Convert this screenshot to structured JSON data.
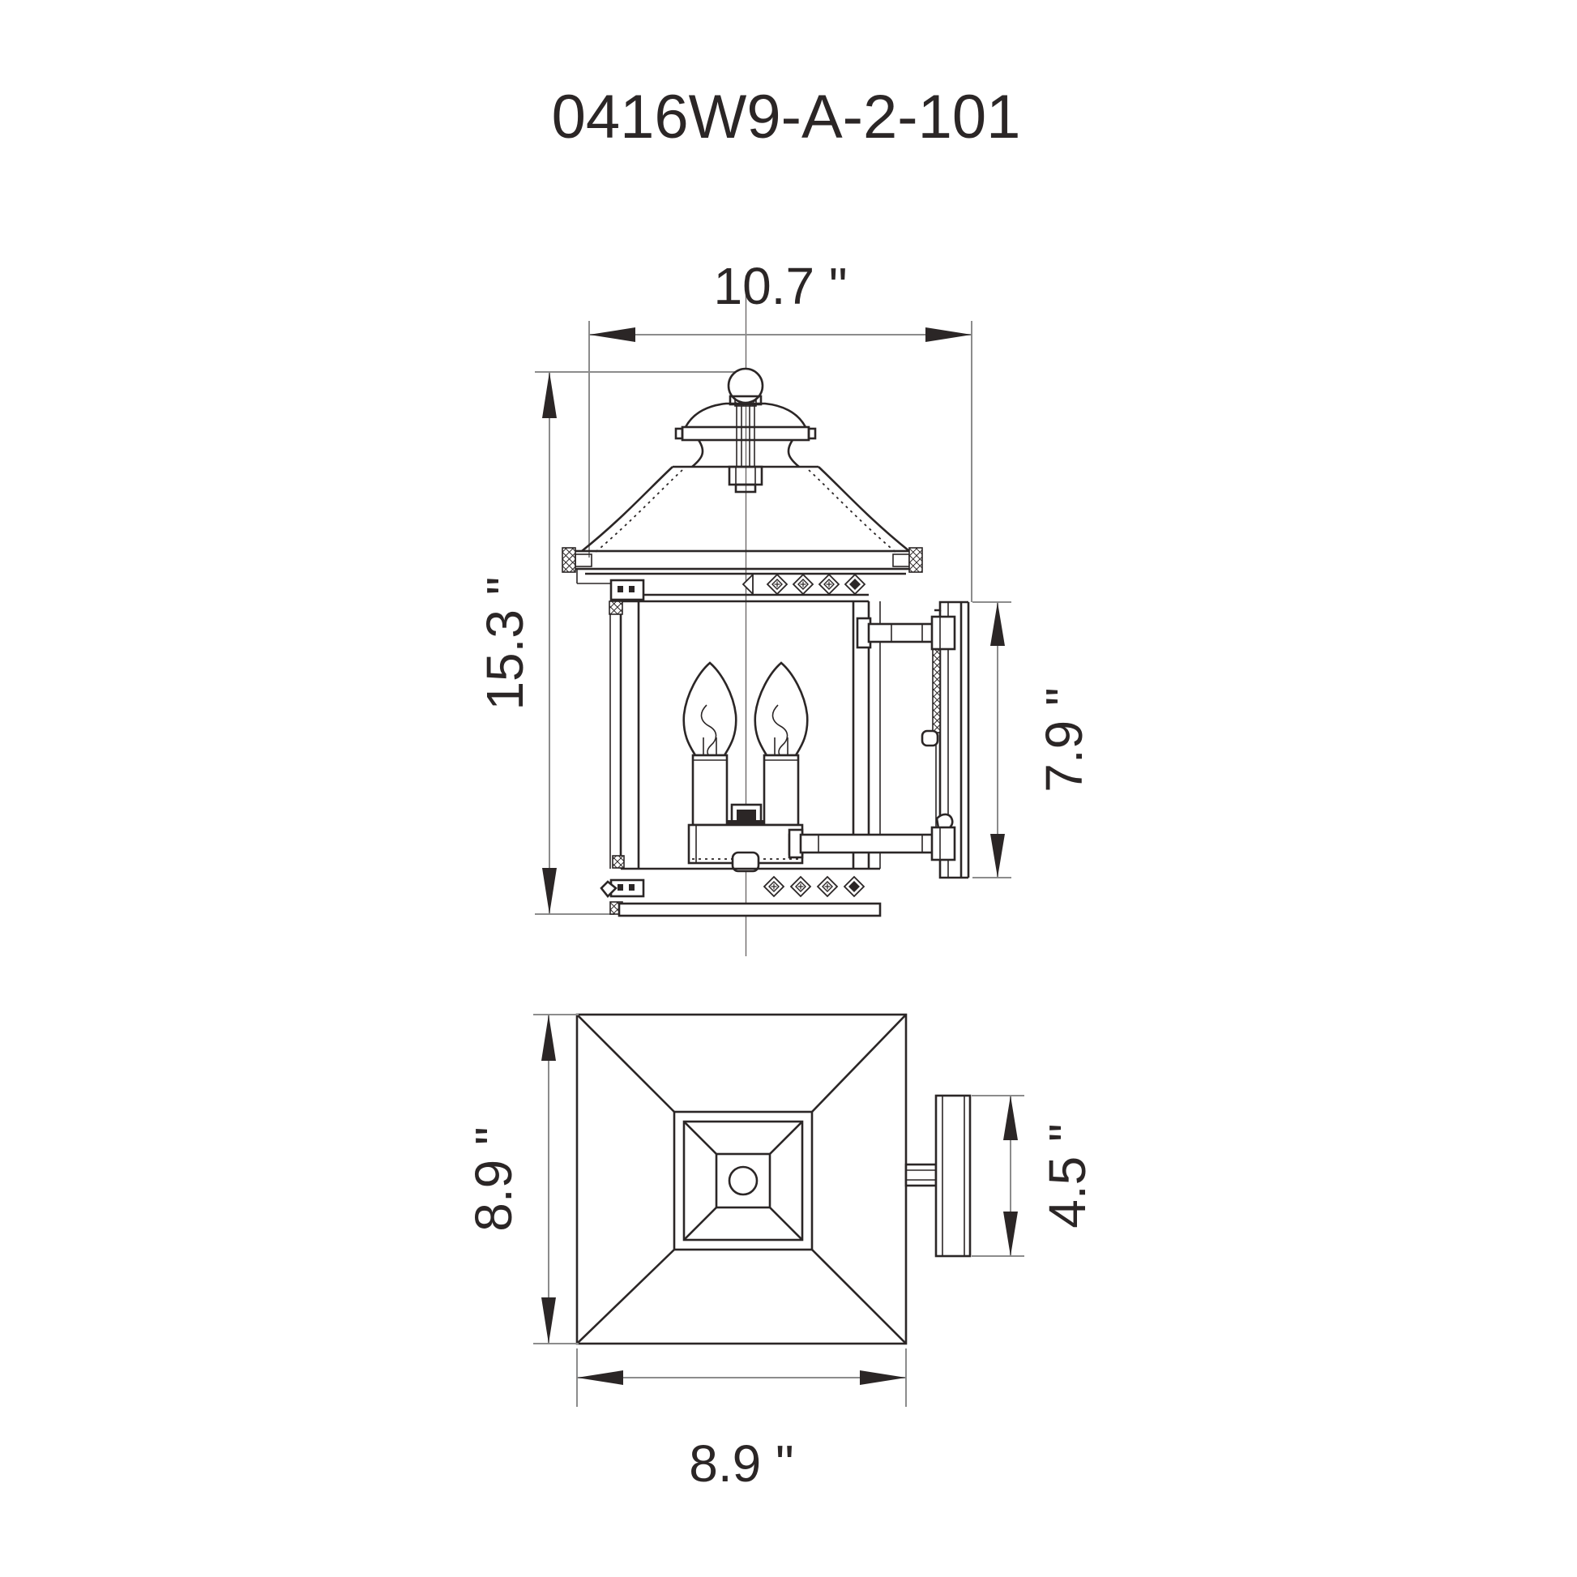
{
  "title": "0416W9-A-2-101",
  "colors": {
    "background": "#ffffff",
    "drawing_line": "#2b2626",
    "dimension_line": "#8c8c8c",
    "text": "#2b2626"
  },
  "side_view": {
    "dimensions": {
      "overall_width": "10.7 \"",
      "overall_height": "15.3 \"",
      "backplate_height": "7.9 \""
    },
    "bulb_count": 2
  },
  "plan_view": {
    "dimensions": {
      "body_depth": "8.9 \"",
      "body_width": "8.9 \"",
      "backplate_width": "4.5 \""
    }
  }
}
